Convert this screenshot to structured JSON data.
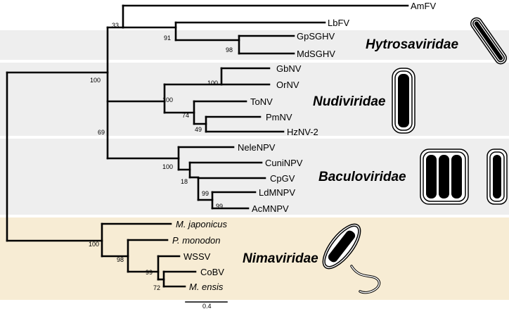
{
  "families": {
    "hytrosaviridae": "Hytrosaviridae",
    "nudiviridae": "Nudiviridae",
    "baculoviridae": "Baculoviridae",
    "nimaviridae": "Nimaviridae"
  },
  "taxa": {
    "amfv": "AmFV",
    "lbfv": "LbFV",
    "gpsghv": "GpSGHV",
    "mdsghv": "MdSGHV",
    "gbnv": "GbNV",
    "ornv": "OrNV",
    "tonv": "ToNV",
    "pmnv": "PmNV",
    "hznv2": "HzNV-2",
    "nelenpv": "NeleNPV",
    "cuninpv": "CuniNPV",
    "cpgv": "CpGV",
    "ldmnpv": "LdMNPV",
    "acmnpv": "AcMNPV",
    "m_japonicus": "M. japonicus",
    "p_monodon": "P. monodon",
    "wssv": "WSSV",
    "cobv": "CoBV",
    "m_ensis": "M. ensis"
  },
  "bootstrap": {
    "amfv_lbfv": "33",
    "hytrosa": "91",
    "sghv": "98",
    "nudi": "100",
    "gbnv_ornv": "100",
    "tonv_pmnv_hznv": "74",
    "pmnv_hznv": "49",
    "clade_69": "69",
    "root_100": "100",
    "baculo": "100",
    "cuni_ac": "18",
    "cpgv_ac": "99",
    "ld_ac": "99",
    "nima": "100",
    "nima_98": "98",
    "nima_99": "99",
    "nima_72": "72"
  },
  "scale_bar": {
    "label": "0.4"
  },
  "colors": {
    "band_gray": "#eeeeee",
    "band_tan": "#f7ecd4",
    "virion_fill": "#000000"
  }
}
